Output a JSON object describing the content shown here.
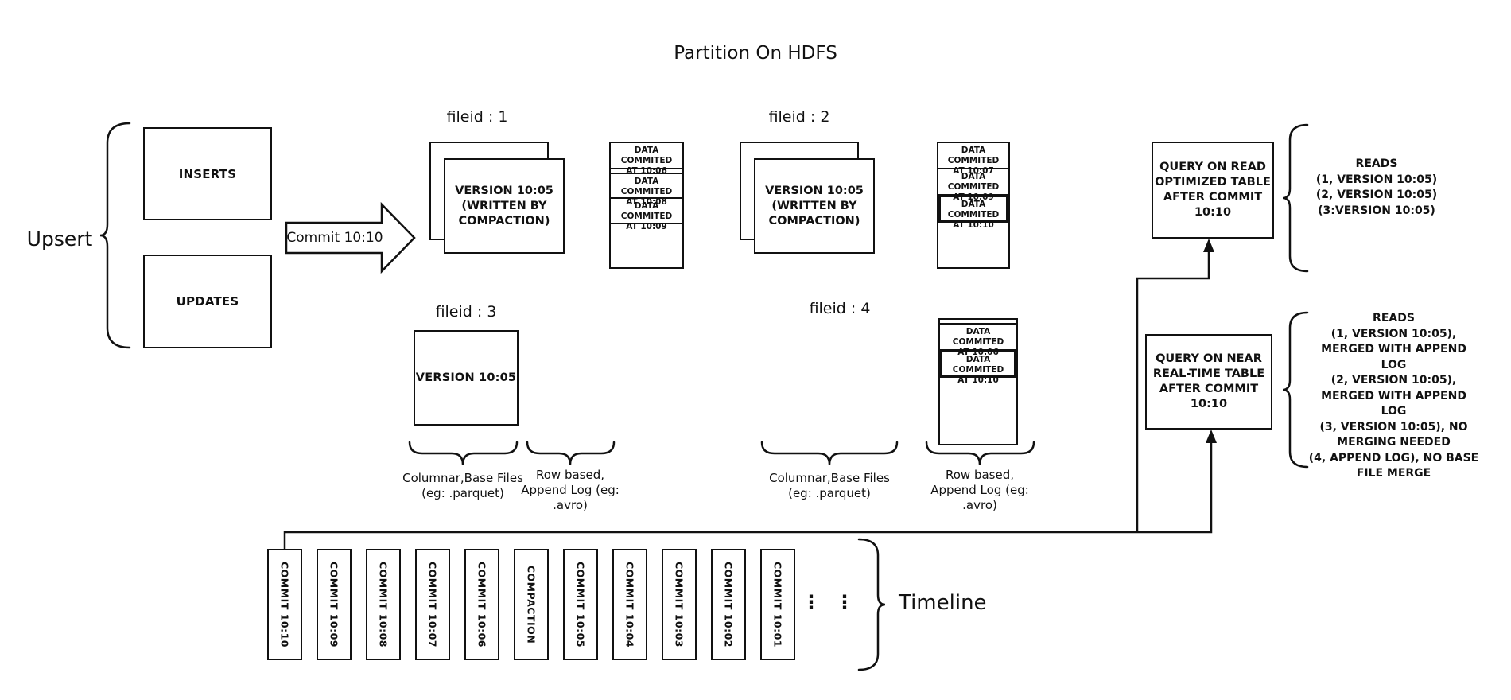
{
  "title": "Partition On HDFS",
  "upsert": {
    "label": "Upsert",
    "inserts_label": "INSERTS",
    "updates_label": "UPDATES"
  },
  "commit_arrow": {
    "label": "Commit 10:10"
  },
  "file_groups": {
    "fg1": {
      "title": "fileid : 1",
      "base_lines": [
        "VERSION 10:05",
        "(WRITTEN BY",
        "COMPACTION)"
      ],
      "log_segments": [
        {
          "l1": "DATA COMMITED",
          "l2": "AT 10:06"
        },
        {
          "l1": "DATA COMMITED",
          "l2": "AT 10:08"
        },
        {
          "l1": "DATA COMMITED",
          "l2": "AT 10:09"
        }
      ]
    },
    "fg2": {
      "title": "fileid : 2",
      "base_lines": [
        "VERSION 10:05",
        "(WRITTEN BY",
        "COMPACTION)"
      ],
      "log_segments": [
        {
          "l1": "DATA COMMITED",
          "l2": "AT 10:07"
        },
        {
          "l1": "DATA COMMITED",
          "l2": "AT 10:09"
        },
        {
          "l1": "DATA COMMITED",
          "l2": "AT 10:10"
        }
      ]
    },
    "fg3": {
      "title": "fileid : 3",
      "base_line": "VERSION 10:05"
    },
    "fg4": {
      "title": "fileid : 4",
      "log_segments": [
        {
          "l1": "DATA COMMITED",
          "l2": "AT 10:06"
        },
        {
          "l1": "DATA COMMITED",
          "l2": "AT 10:10"
        }
      ]
    }
  },
  "column_labels": {
    "columnar1": [
      "Columnar,Base Files",
      "(eg: .parquet)"
    ],
    "row1": [
      "Row based,",
      "Append Log  (eg:",
      ".avro)"
    ],
    "columnar2": [
      "Columnar,Base Files",
      "(eg: .parquet)"
    ],
    "row2": [
      "Row based,",
      "Append Log  (eg:",
      ".avro)"
    ]
  },
  "queries": {
    "read_optimized": {
      "box_lines": [
        "QUERY ON READ",
        "OPTIMIZED TABLE",
        "AFTER COMMIT",
        "10:10"
      ],
      "reads_lines": [
        "READS",
        "(1, VERSION 10:05)",
        "(2, VERSION 10:05)",
        "(3:VERSION 10:05)"
      ]
    },
    "near_real_time": {
      "box_lines": [
        "QUERY ON NEAR",
        "REAL-TIME TABLE",
        "AFTER COMMIT",
        "10:10"
      ],
      "reads_lines": [
        "READS",
        "(1, VERSION 10:05),",
        "MERGED WITH APPEND LOG",
        "(2, VERSION 10:05),",
        "MERGED WITH APPEND LOG",
        "(3, VERSION 10:05), NO",
        "MERGING NEEDED",
        "(4, APPEND LOG), NO BASE",
        "FILE MERGE"
      ]
    }
  },
  "timeline": {
    "label": "Timeline",
    "ellipsis": "⋮",
    "items": [
      {
        "label": "COMMIT  10:10"
      },
      {
        "label": "COMMIT  10:09"
      },
      {
        "label": "COMMIT  10:08"
      },
      {
        "label": "COMMIT  10:07"
      },
      {
        "label": "COMMIT  10:06"
      },
      {
        "label": "COMPACTION"
      },
      {
        "label": "COMMIT  10:05"
      },
      {
        "label": "COMMIT  10:04"
      },
      {
        "label": "COMMIT  10:03"
      },
      {
        "label": "COMMIT  10:02"
      },
      {
        "label": "COMMIT  10:01"
      }
    ]
  }
}
